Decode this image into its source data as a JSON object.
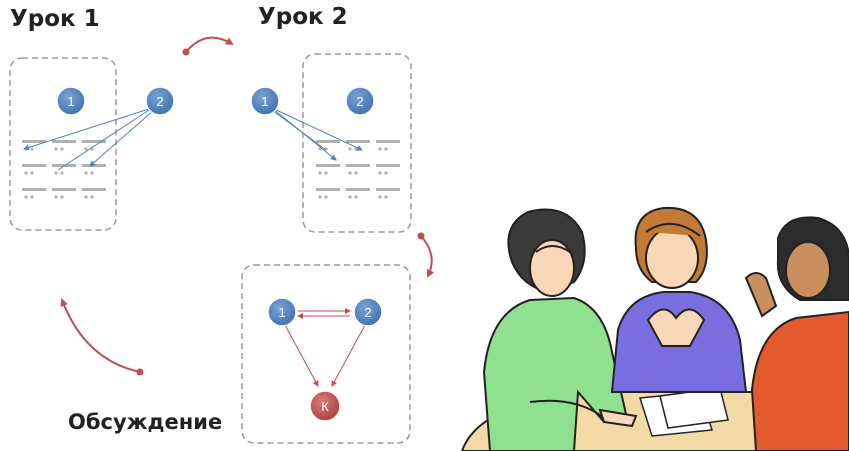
{
  "labels": {
    "lesson1": "Урок 1",
    "lesson2": "Урок 2",
    "discussion": "Обсуждение"
  },
  "nodes": {
    "one": "1",
    "two": "2",
    "k": "К"
  },
  "colors": {
    "node_blue": "#4f81bd",
    "node_red": "#c0504d",
    "arrow": "#c0504d",
    "link_blue": "#4f81bd",
    "box_border": "#9a9a9a"
  }
}
